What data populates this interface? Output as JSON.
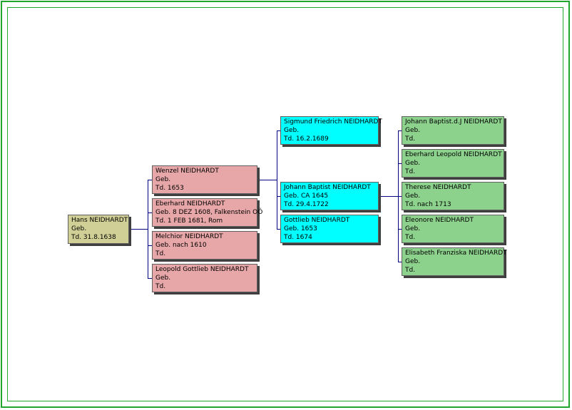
{
  "colors": {
    "frame": "#22a52c",
    "connector": "#000080",
    "gen0": "#cfcf96",
    "gen1": "#e7a6a7",
    "gen2": "#00ffff",
    "gen3": "#8cd18c"
  },
  "tree": {
    "root": {
      "name": "Hans NEIDHARDT",
      "born": "Geb.",
      "died": "Td. 31.8.1638"
    },
    "children": [
      {
        "name": "Wenzel NEIDHARDT",
        "born": "Geb.",
        "died": "Td. 1653"
      },
      {
        "name": "Eberhard NEIDHARDT",
        "born": "Geb. 8 DEZ 1608, Falkenstein OÖ",
        "died": "Td. 1 FEB 1681, Rom"
      },
      {
        "name": "Melchior NEIDHARDT",
        "born": "Geb. nach 1610",
        "died": "Td."
      },
      {
        "name": "Leopold Gottlieb NEIDHARDT",
        "born": "Geb.",
        "died": "Td."
      }
    ],
    "grandchildren": [
      {
        "name": "Sigmund Friedrich NEIDHARDT",
        "born": "Geb.",
        "died": "Td. 16.2.1689"
      },
      {
        "name": "Johann Baptist NEIDHARDT",
        "born": "Geb. CA 1645",
        "died": "Td. 29.4.1722"
      },
      {
        "name": "Gottlieb NEIDHARDT",
        "born": "Geb. 1653",
        "died": "Td. 1674"
      }
    ],
    "great_grandchildren": [
      {
        "name": "Johann Baptist.d.J NEIDHARDT",
        "born": "Geb.",
        "died": "Td."
      },
      {
        "name": "Eberhard Leopold NEIDHARDT",
        "born": "Geb.",
        "died": "Td."
      },
      {
        "name": "Therese NEIDHARDT",
        "born": "Geb.",
        "died": "Td. nach 1713"
      },
      {
        "name": "Eleonore NEIDHARDT",
        "born": "Geb.",
        "died": "Td."
      },
      {
        "name": "Elisabeth Franziska NEIDHARDT",
        "born": "Geb.",
        "died": "Td."
      }
    ]
  }
}
